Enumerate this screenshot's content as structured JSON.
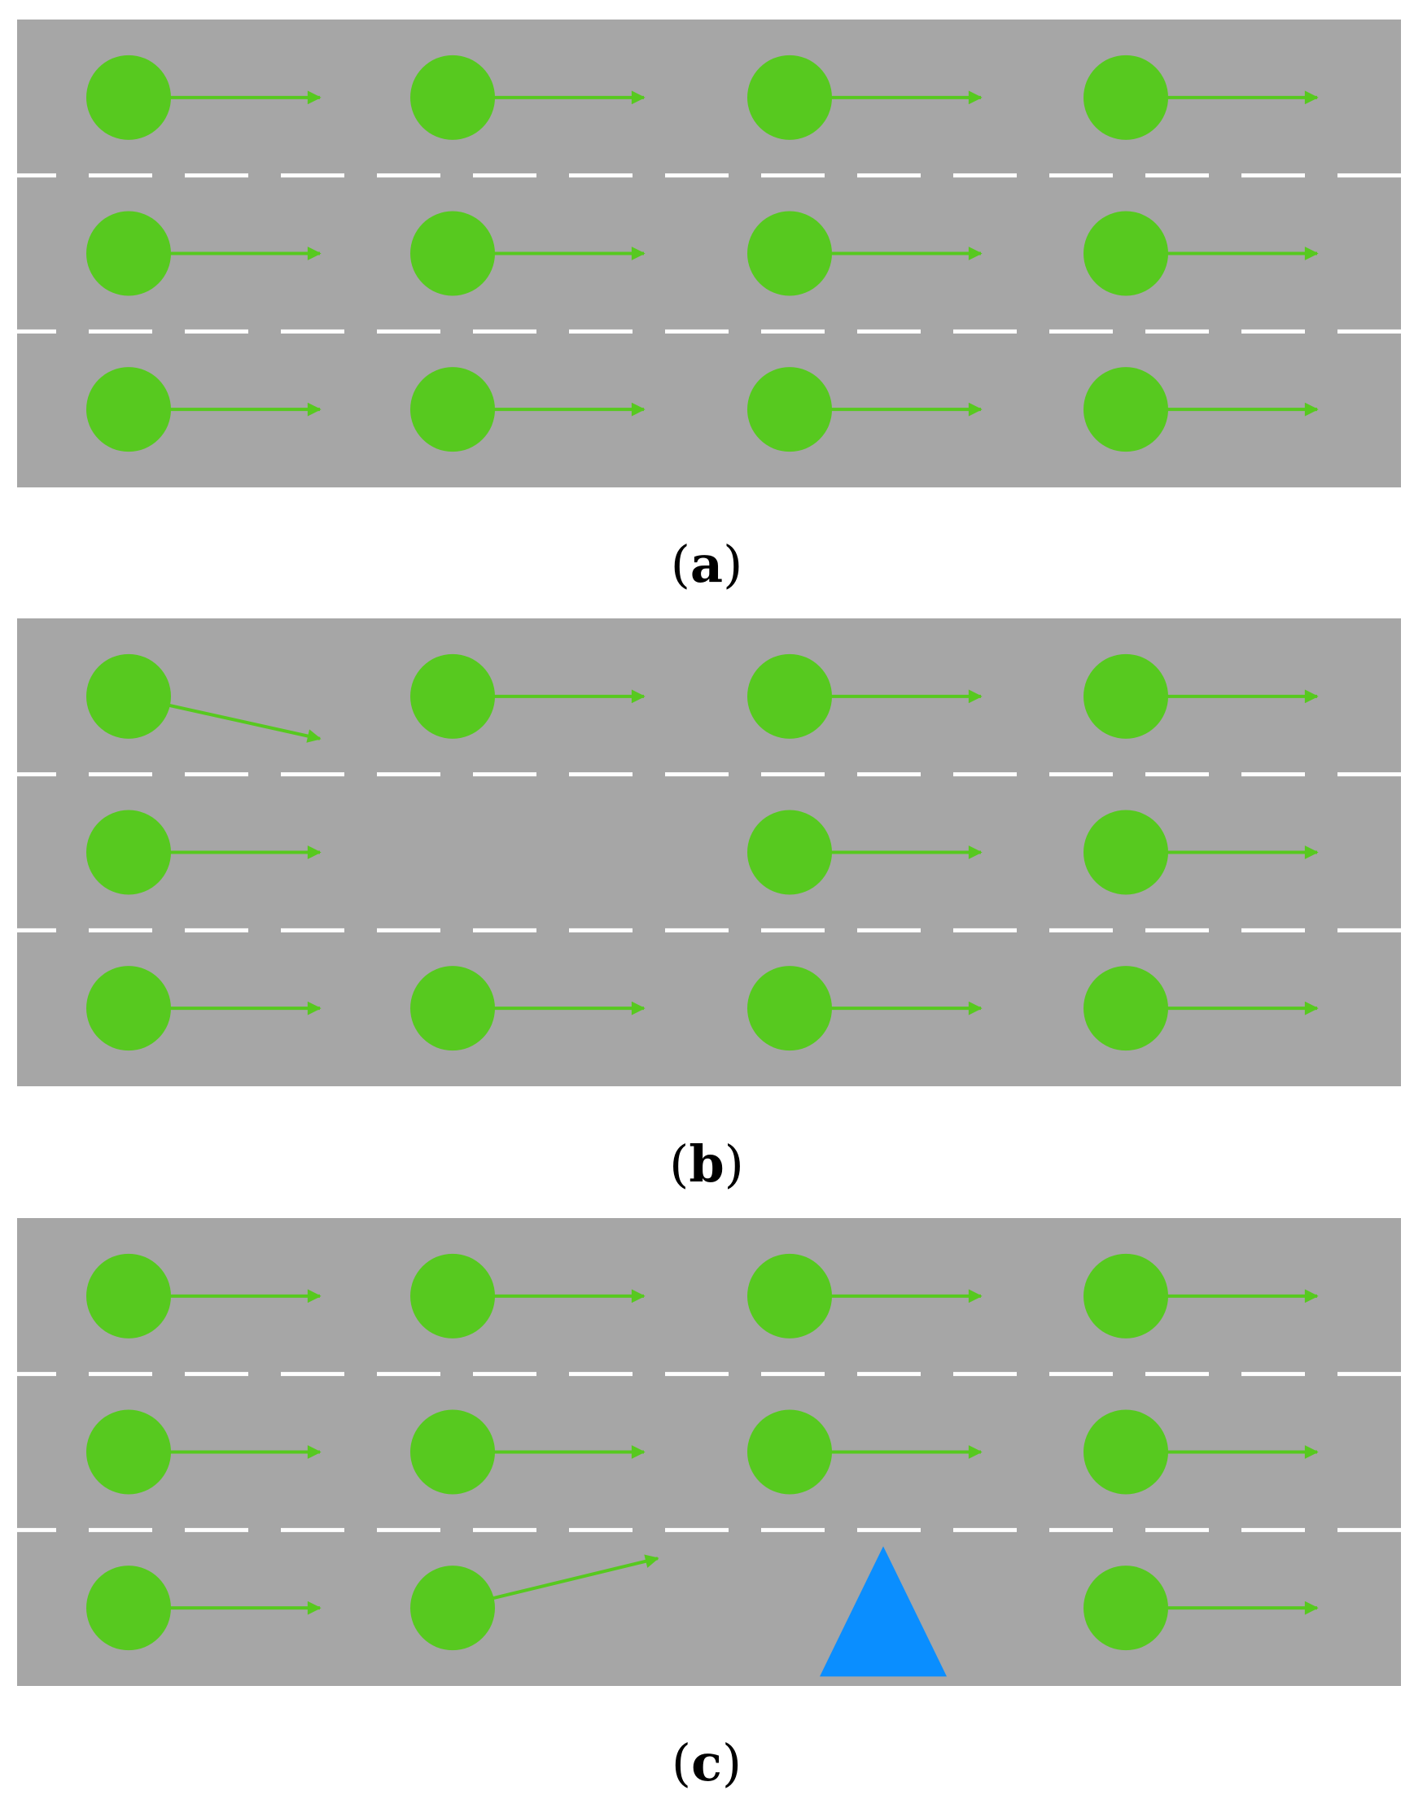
{
  "colors": {
    "background": "#ffffff",
    "road": "#a6a6a6",
    "lane_marking": "#ffffff",
    "vehicle": "#57c91f",
    "obstacle": "#0a8eff",
    "caption": "#000000"
  },
  "panels": [
    {
      "id": "a",
      "caption": {
        "open": "(",
        "letter": "a",
        "close": ")"
      },
      "lanes": 3,
      "vehicles": [
        {
          "lane": 1,
          "slot": 1,
          "heading": "straight"
        },
        {
          "lane": 1,
          "slot": 2,
          "heading": "straight"
        },
        {
          "lane": 1,
          "slot": 3,
          "heading": "straight"
        },
        {
          "lane": 1,
          "slot": 4,
          "heading": "straight"
        },
        {
          "lane": 2,
          "slot": 1,
          "heading": "straight"
        },
        {
          "lane": 2,
          "slot": 2,
          "heading": "straight"
        },
        {
          "lane": 2,
          "slot": 3,
          "heading": "straight"
        },
        {
          "lane": 2,
          "slot": 4,
          "heading": "straight"
        },
        {
          "lane": 3,
          "slot": 1,
          "heading": "straight"
        },
        {
          "lane": 3,
          "slot": 2,
          "heading": "straight"
        },
        {
          "lane": 3,
          "slot": 3,
          "heading": "straight"
        },
        {
          "lane": 3,
          "slot": 4,
          "heading": "straight"
        }
      ],
      "obstacles": []
    },
    {
      "id": "b",
      "caption": {
        "open": "(",
        "letter": "b",
        "close": ")"
      },
      "lanes": 3,
      "vehicles": [
        {
          "lane": 1,
          "slot": 1,
          "heading": "merge-down"
        },
        {
          "lane": 1,
          "slot": 2,
          "heading": "straight"
        },
        {
          "lane": 1,
          "slot": 3,
          "heading": "straight"
        },
        {
          "lane": 1,
          "slot": 4,
          "heading": "straight"
        },
        {
          "lane": 2,
          "slot": 1,
          "heading": "straight"
        },
        {
          "lane": 2,
          "slot": 3,
          "heading": "straight"
        },
        {
          "lane": 2,
          "slot": 4,
          "heading": "straight"
        },
        {
          "lane": 3,
          "slot": 1,
          "heading": "straight"
        },
        {
          "lane": 3,
          "slot": 2,
          "heading": "straight"
        },
        {
          "lane": 3,
          "slot": 3,
          "heading": "straight"
        },
        {
          "lane": 3,
          "slot": 4,
          "heading": "straight"
        }
      ],
      "obstacles": []
    },
    {
      "id": "c",
      "caption": {
        "open": "(",
        "letter": "c",
        "close": ")"
      },
      "lanes": 3,
      "vehicles": [
        {
          "lane": 1,
          "slot": 1,
          "heading": "straight"
        },
        {
          "lane": 1,
          "slot": 2,
          "heading": "straight"
        },
        {
          "lane": 1,
          "slot": 3,
          "heading": "straight"
        },
        {
          "lane": 1,
          "slot": 4,
          "heading": "straight"
        },
        {
          "lane": 2,
          "slot": 1,
          "heading": "straight"
        },
        {
          "lane": 2,
          "slot": 2,
          "heading": "straight"
        },
        {
          "lane": 2,
          "slot": 3,
          "heading": "straight"
        },
        {
          "lane": 2,
          "slot": 4,
          "heading": "straight"
        },
        {
          "lane": 3,
          "slot": 1,
          "heading": "straight"
        },
        {
          "lane": 3,
          "slot": 2,
          "heading": "merge-up"
        },
        {
          "lane": 3,
          "slot": 4,
          "heading": "straight"
        }
      ],
      "obstacles": [
        {
          "lane": 3,
          "slot": 3,
          "shape": "triangle"
        }
      ]
    }
  ]
}
